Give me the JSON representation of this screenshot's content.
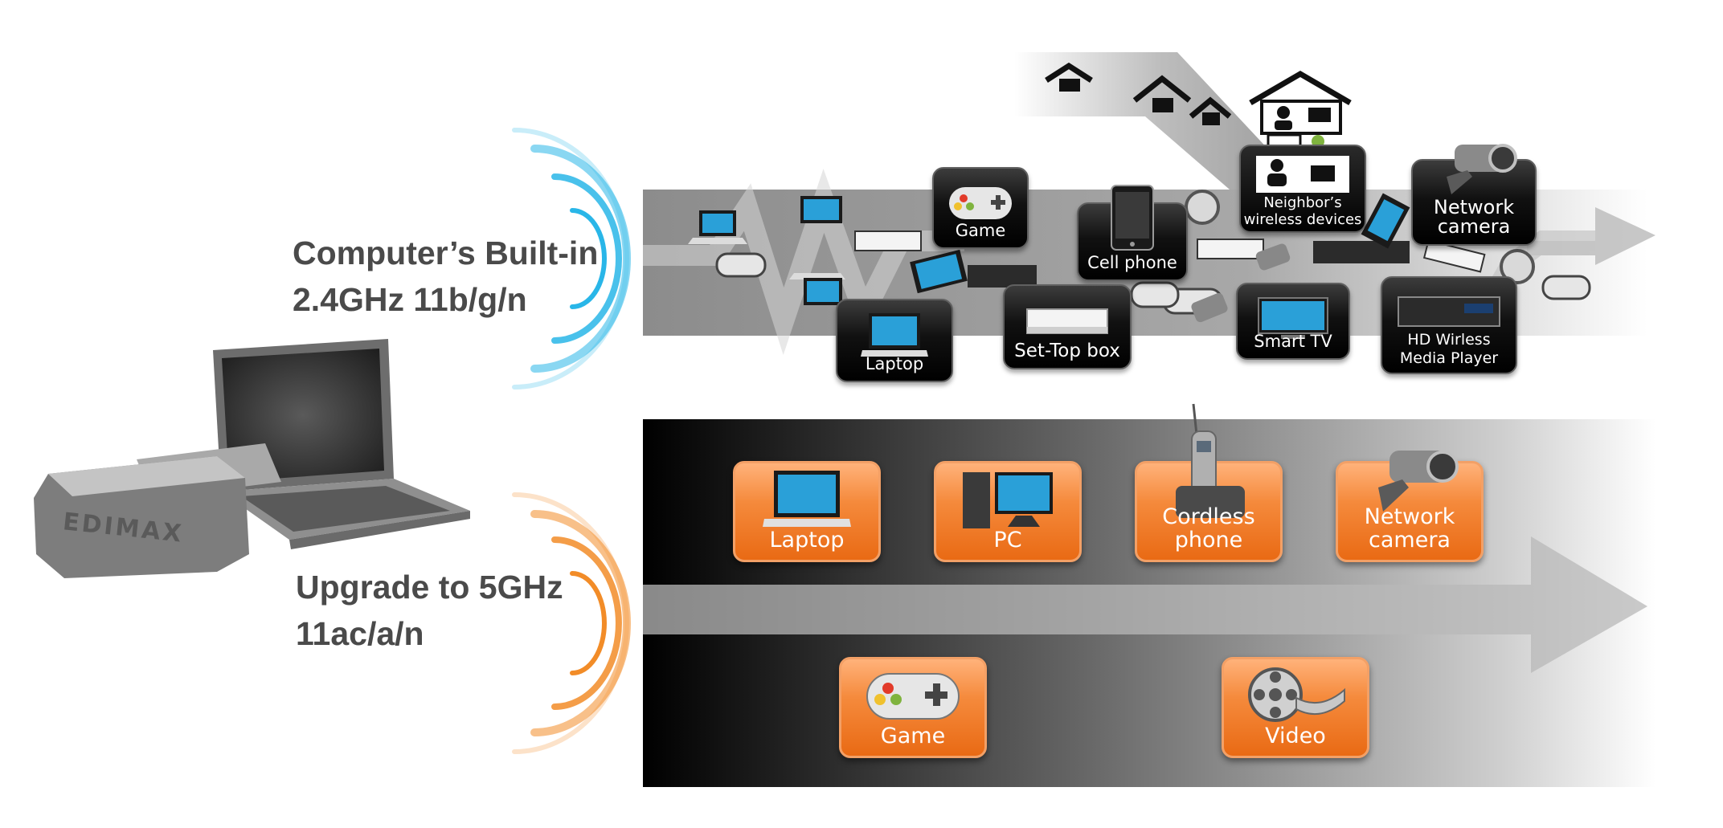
{
  "labels": {
    "builtin_line1": "Computer’s Built-in",
    "builtin_line2": "2.4GHz 11b/g/n",
    "upgrade_line1": "Upgrade to 5GHz",
    "upgrade_line2": "11ac/a/n",
    "brand": "EDIMAX"
  },
  "band_24ghz_devices": {
    "game": "Game",
    "cell_phone": "Cell phone",
    "neighbor_line1": "Neighbor’s",
    "neighbor_line2": "wireless devices",
    "network_camera_line1": "Network",
    "network_camera_line2": "camera",
    "laptop": "Laptop",
    "set_top_box": "Set-Top box",
    "smart_tv": "Smart TV",
    "hd_player_line1": "HD Wirless",
    "hd_player_line2": "Media Player"
  },
  "band_5ghz_devices": {
    "laptop": "Laptop",
    "pc": "PC",
    "cordless_line1": "Cordless",
    "cordless_line2": "phone",
    "network_camera_line1": "Network",
    "network_camera_line2": "camera",
    "game": "Game",
    "video": "Video"
  },
  "colors": {
    "band_24_waves": "#29b6e8",
    "band_5_waves": "#f28c28",
    "tile_orange": "#f0782a",
    "tile_dark": "#111111",
    "heading_text": "#4a4a4a"
  },
  "icons": [
    "laptop-icon",
    "pc-icon",
    "cordless-phone-icon",
    "network-camera-icon",
    "game-controller-icon",
    "video-reel-icon",
    "cell-phone-icon",
    "set-top-box-icon",
    "smart-tv-icon",
    "media-player-icon",
    "house-icon",
    "people-icon"
  ]
}
